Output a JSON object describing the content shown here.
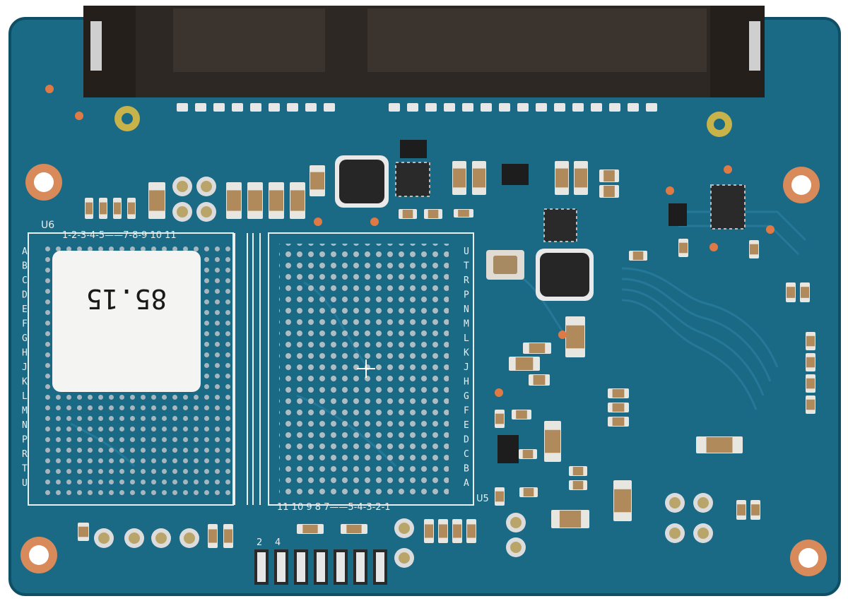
{
  "board": {
    "color": "#1a6a86",
    "edge_color": "#0f4f66",
    "trace_color": "#2a7fa0",
    "pad_color": "#c9c9c9",
    "hole_ring_color": "#d98a5a",
    "connector_color": "#2d2824"
  },
  "labels": {
    "u6": "U6",
    "u5": "U5",
    "left_columns": "1-2-3-4-5——7-8-9 10 11",
    "bottom_columns": "11 10 9 8 7——5-4-3-2-1",
    "left_rows": [
      "A",
      "B",
      "C",
      "D",
      "E",
      "F",
      "G",
      "H",
      "J",
      "K",
      "L",
      "M",
      "N",
      "P",
      "R",
      "T",
      "U"
    ],
    "right_rows": [
      "U",
      "T",
      "R",
      "P",
      "N",
      "M",
      "L",
      "K",
      "J",
      "H",
      "G",
      "F",
      "E",
      "D",
      "C",
      "B",
      "A"
    ],
    "pin2": "2",
    "pin4": "4"
  },
  "sticker": {
    "text": "85.15",
    "color": "#f4f4f2"
  }
}
